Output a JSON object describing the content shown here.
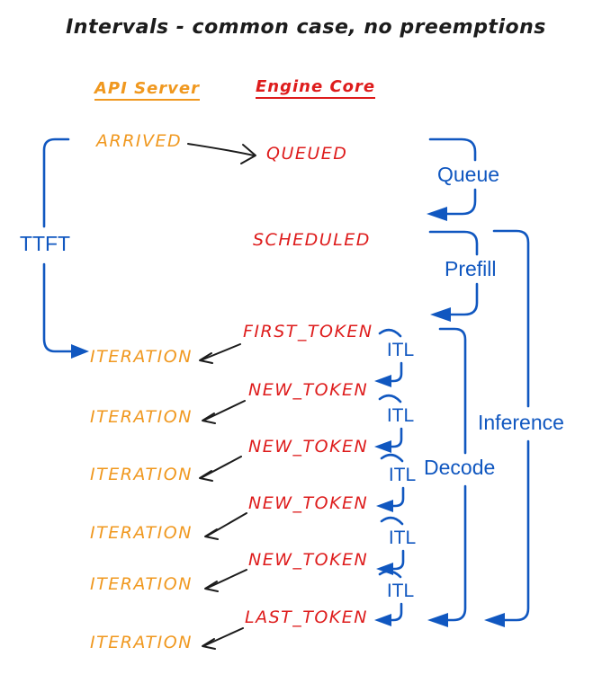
{
  "title": "Intervals - common case, no preemptions",
  "columns": {
    "api_server": "API Server",
    "engine_core": "Engine Core"
  },
  "api_events": {
    "arrived": "ARRIVED",
    "iterations": [
      "ITERATION",
      "ITERATION",
      "ITERATION",
      "ITERATION",
      "ITERATION",
      "ITERATION"
    ]
  },
  "engine_events": {
    "queued": "QUEUED",
    "scheduled": "SCHEDULED",
    "first_token": "FIRST_TOKEN",
    "new_tokens": [
      "NEW_TOKEN",
      "NEW_TOKEN",
      "NEW_TOKEN",
      "NEW_TOKEN"
    ],
    "last_token": "LAST_TOKEN"
  },
  "intervals": {
    "ttft": "TTFT",
    "queue": "Queue",
    "prefill": "Prefill",
    "itl_labels": [
      "ITL",
      "ITL",
      "ITL",
      "ITL",
      "ITL"
    ],
    "decode": "Decode",
    "inference": "Inference"
  },
  "colors": {
    "orange": "#F0981F",
    "red": "#DE1C1C",
    "blue": "#1057C0",
    "black": "#1C1C1C",
    "background": "#FFFFFF"
  }
}
